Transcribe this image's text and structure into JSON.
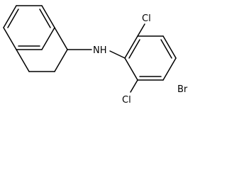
{
  "molecule": {
    "atoms": {
      "nh": "NH",
      "cl_top": "Cl",
      "cl_bottom": "Cl",
      "br": "Br"
    }
  }
}
